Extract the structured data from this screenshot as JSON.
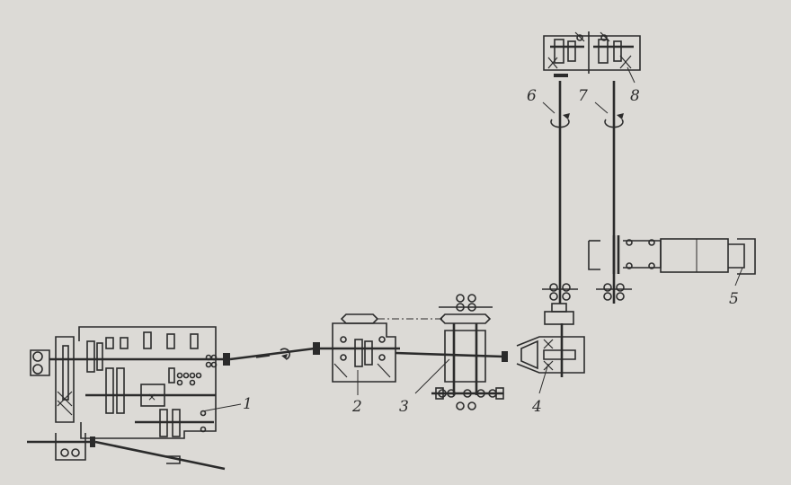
{
  "labels": {
    "gearbox": "1",
    "transfer_case": "2",
    "drive_axle": "3",
    "bevel_reducer": "4",
    "winch_drum": "5",
    "left_shaft": "6",
    "right_shaft": "7",
    "upper_gearbox": "8"
  },
  "colors": {
    "paper": "#dcdad6",
    "ink": "#2b2b2b"
  }
}
